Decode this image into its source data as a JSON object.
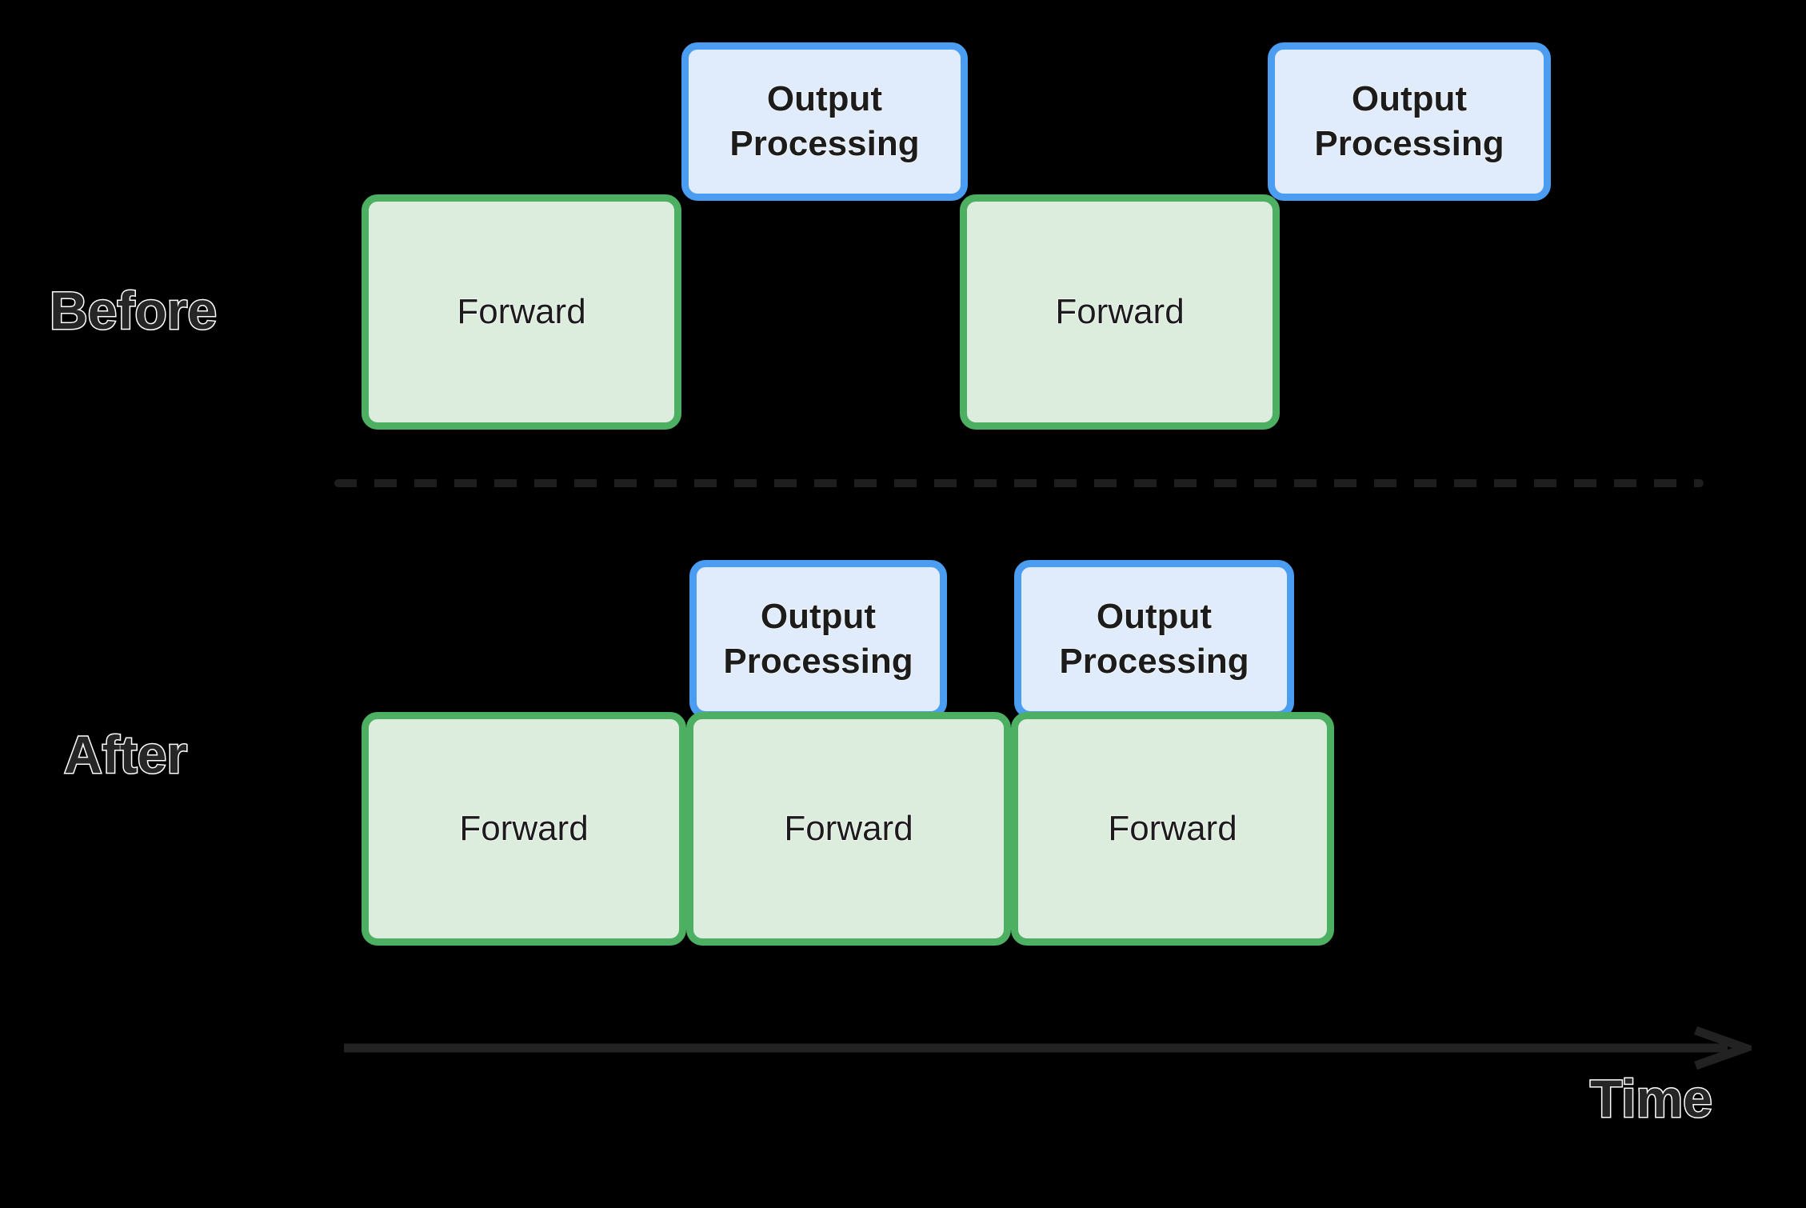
{
  "diagram": {
    "title": "Before / After output-processing overlap timeline",
    "background_color": "#000000",
    "colors": {
      "forward_fill": "#dcedde",
      "forward_border": "#4caf62",
      "output_fill": "#e0ecfb",
      "output_border": "#4a9df0",
      "divider": "#1e1e1e",
      "axis": "#222222",
      "label_text": "#262626",
      "label_outline": "#ffffff"
    }
  },
  "rows": [
    {
      "id": "before",
      "label": "Before",
      "forward_blocks": [
        {
          "label": "Forward"
        },
        {
          "label": "Forward"
        }
      ],
      "output_blocks": [
        {
          "label_line1": "Output",
          "label_line2": "Processing"
        },
        {
          "label_line1": "Output",
          "label_line2": "Processing"
        }
      ]
    },
    {
      "id": "after",
      "label": "After",
      "forward_blocks": [
        {
          "label": "Forward"
        },
        {
          "label": "Forward"
        },
        {
          "label": "Forward"
        }
      ],
      "output_blocks": [
        {
          "label_line1": "Output",
          "label_line2": "Processing"
        },
        {
          "label_line1": "Output",
          "label_line2": "Processing"
        }
      ]
    }
  ],
  "axis": {
    "label": "Time",
    "direction": "left-to-right"
  }
}
